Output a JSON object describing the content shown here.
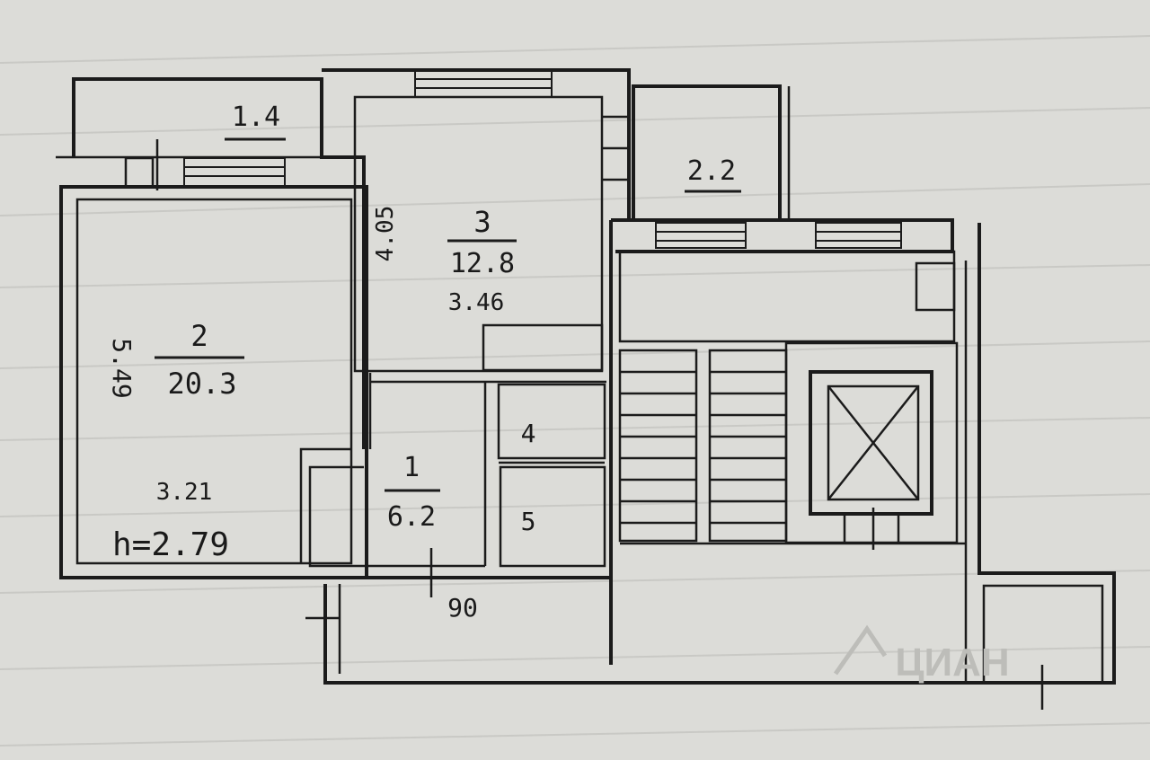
{
  "rooms": [
    {
      "id": "balcony-1",
      "area": "1.4"
    },
    {
      "id": "balcony-2",
      "area": "2.2"
    },
    {
      "id": "room-2",
      "number": "2",
      "area": "20.3",
      "dim_side": "5.49",
      "dim_bottom": "3.21",
      "height": "h=2.79"
    },
    {
      "id": "room-3",
      "number": "3",
      "area": "12.8",
      "dim_side": "4.05",
      "dim_bottom": "3.46"
    },
    {
      "id": "room-1",
      "number": "1",
      "area": "6.2"
    },
    {
      "id": "room-4",
      "number": "4"
    },
    {
      "id": "room-5",
      "number": "5"
    }
  ],
  "entrance_label": "90",
  "watermark": "ЦИАН",
  "colors": {
    "paper": "#dcdcd8",
    "ink": "#1b1b1b",
    "watermark": "#bdbdb9"
  }
}
